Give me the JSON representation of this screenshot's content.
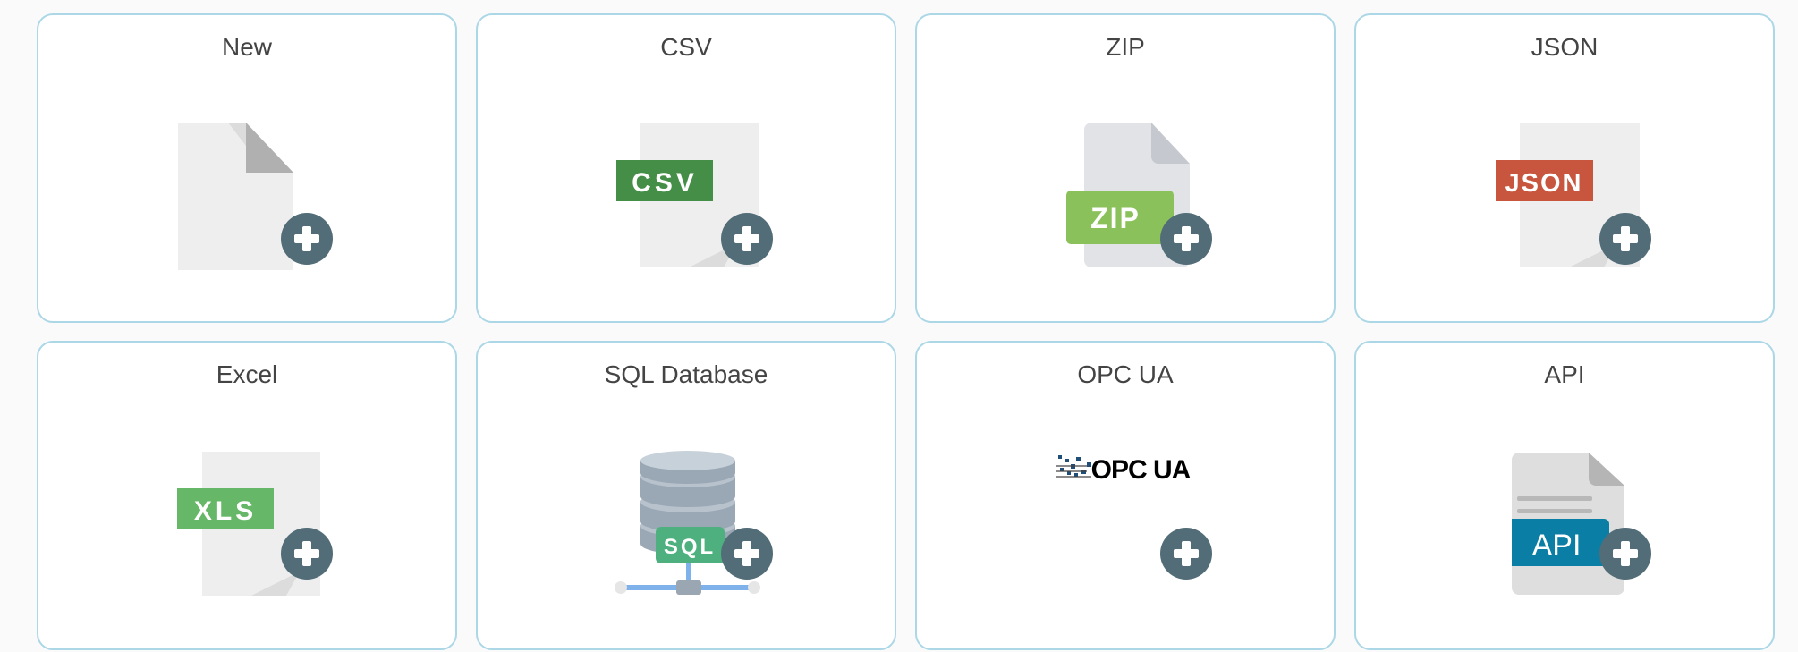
{
  "cards": [
    {
      "title": "New",
      "icon": "new-file-icon"
    },
    {
      "title": "CSV",
      "icon": "csv-file-icon",
      "badge": "CSV"
    },
    {
      "title": "ZIP",
      "icon": "zip-file-icon",
      "badge": "ZIP"
    },
    {
      "title": "JSON",
      "icon": "json-file-icon",
      "badge": "JSON"
    },
    {
      "title": "Excel",
      "icon": "excel-file-icon",
      "badge": "XLS"
    },
    {
      "title": "SQL Database",
      "icon": "database-icon",
      "badge": "SQL"
    },
    {
      "title": "OPC UA",
      "icon": "opc-ua-logo",
      "logo_text": "OPC UA"
    },
    {
      "title": "API",
      "icon": "api-file-icon",
      "badge": "API"
    }
  ],
  "colors": {
    "plus": "#526d78",
    "border": "#acd7e6",
    "csv": "#458e47",
    "zip": "#8bc15a",
    "json": "#c8553d",
    "xls": "#66b868",
    "sql": "#4fb07f",
    "api": "#0a7ea4"
  }
}
